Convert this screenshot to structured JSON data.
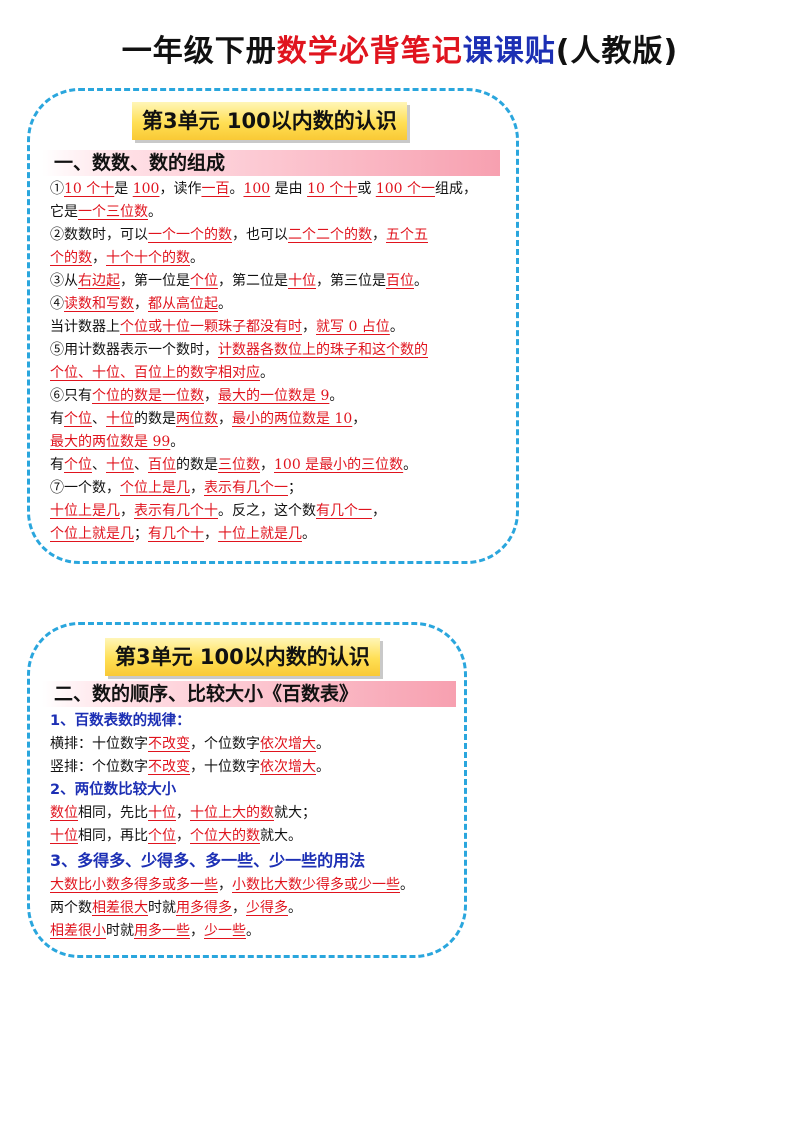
{
  "title": {
    "part1": "一年级下册",
    "part2": "数学必背笔记",
    "part3": "课课贴",
    "part4": "(人教版)"
  },
  "card1": {
    "unit_title": "第3单元  100以内数的认识",
    "section_title": "一、数数、数的组成",
    "lines": [
      [
        [
          "①",
          0
        ],
        [
          "10 个十",
          1
        ],
        [
          "是 ",
          0
        ],
        [
          "100",
          1
        ],
        [
          "，读作",
          0
        ],
        [
          "一百",
          1
        ],
        [
          "。",
          0
        ],
        [
          "100",
          1
        ],
        [
          " 是由 ",
          0
        ],
        [
          "10 个十",
          1
        ],
        [
          "或 ",
          0
        ],
        [
          "100 个一",
          1
        ],
        [
          "组成，",
          0
        ]
      ],
      [
        [
          "它是",
          0
        ],
        [
          "一个三位数",
          1
        ],
        [
          "。",
          0
        ]
      ],
      [
        [
          "②数数时，可以",
          0
        ],
        [
          "一个一个的数",
          1
        ],
        [
          "，也可以",
          0
        ],
        [
          "二个二个的数",
          1
        ],
        [
          "，",
          0
        ],
        [
          "五个五",
          1
        ]
      ],
      [
        [
          "个的数",
          1
        ],
        [
          "，",
          0
        ],
        [
          "十个十个的数",
          1
        ],
        [
          "。",
          0
        ]
      ],
      [
        [
          "③从",
          0
        ],
        [
          "右边起",
          1
        ],
        [
          "，第一位是",
          0
        ],
        [
          "个位",
          1
        ],
        [
          "，第二位是",
          0
        ],
        [
          "十位",
          1
        ],
        [
          "，第三位是",
          0
        ],
        [
          "百位",
          1
        ],
        [
          "。",
          0
        ]
      ],
      [
        [
          "④",
          0
        ],
        [
          "读数和写数",
          1
        ],
        [
          "，",
          0
        ],
        [
          "都从高位起",
          1
        ],
        [
          "。",
          0
        ]
      ],
      [
        [
          "当计数器上",
          0
        ],
        [
          "个位或十位一颗珠子都没有时",
          1
        ],
        [
          "，",
          0
        ],
        [
          "就写 0 占位",
          1
        ],
        [
          "。",
          0
        ]
      ],
      [
        [
          "⑤用计数器表示一个数时，",
          0
        ],
        [
          "计数器各数位上的珠子和这个数的",
          1
        ]
      ],
      [
        [
          "个位、十位、百位上的数字相对应",
          1
        ],
        [
          "。",
          0
        ]
      ],
      [
        [
          "⑥只有",
          0
        ],
        [
          "个位的数是一位数",
          1
        ],
        [
          "，",
          0
        ],
        [
          "最大的一位数是 9",
          1
        ],
        [
          "。",
          0
        ]
      ],
      [
        [
          "有",
          0
        ],
        [
          "个位",
          1
        ],
        [
          "、",
          0
        ],
        [
          "十位",
          1
        ],
        [
          "的数是",
          0
        ],
        [
          "两位数",
          1
        ],
        [
          "，",
          0
        ],
        [
          "最小的两位数是 10",
          1
        ],
        [
          "，",
          0
        ]
      ],
      [
        [
          "最大的两位数是 99",
          1
        ],
        [
          "。",
          0
        ]
      ],
      [
        [
          "有",
          0
        ],
        [
          "个位",
          1
        ],
        [
          "、",
          0
        ],
        [
          "十位",
          1
        ],
        [
          "、",
          0
        ],
        [
          "百位",
          1
        ],
        [
          "的数是",
          0
        ],
        [
          "三位数",
          1
        ],
        [
          "，",
          0
        ],
        [
          "100 是最小的三位数",
          1
        ],
        [
          "。",
          0
        ]
      ],
      [
        [
          "⑦一个数，",
          0
        ],
        [
          "个位上是几",
          1
        ],
        [
          "，",
          0
        ],
        [
          "表示有几个一",
          1
        ],
        [
          "；",
          0
        ]
      ],
      [
        [
          "十位上是几",
          1
        ],
        [
          "，",
          0
        ],
        [
          "表示有几个十",
          1
        ],
        [
          "。反之，这个数",
          0
        ],
        [
          "有几个一",
          1
        ],
        [
          "，",
          0
        ]
      ],
      [
        [
          "个位上就是几",
          1
        ],
        [
          "；",
          0
        ],
        [
          "有几个十",
          1
        ],
        [
          "，",
          0
        ],
        [
          "十位上就是几",
          1
        ],
        [
          "。",
          0
        ]
      ]
    ]
  },
  "card2": {
    "unit_title": "第3单元  100以内数的认识",
    "section_title": "二、数的顺序、比较大小《百数表》",
    "lines": [
      {
        "style": "blue",
        "segs": [
          [
            "1、百数表数的规律：",
            0
          ]
        ]
      },
      {
        "style": "",
        "segs": [
          [
            "横排：十位数字",
            0
          ],
          [
            "不改变",
            1
          ],
          [
            "，个位数字",
            0
          ],
          [
            "依次增大",
            1
          ],
          [
            "。",
            0
          ]
        ]
      },
      {
        "style": "",
        "segs": [
          [
            "竖排：个位数字",
            0
          ],
          [
            "不改变",
            1
          ],
          [
            "，十位数字",
            0
          ],
          [
            "依次增大",
            1
          ],
          [
            "。",
            0
          ]
        ]
      },
      {
        "style": "blue",
        "segs": [
          [
            "2、两位数比较大小",
            0
          ]
        ]
      },
      {
        "style": "",
        "segs": [
          [
            "数位",
            1
          ],
          [
            "相同，先比",
            0
          ],
          [
            "十位",
            1
          ],
          [
            "，",
            0
          ],
          [
            "十位上大的数",
            1
          ],
          [
            "就大；",
            0
          ]
        ]
      },
      {
        "style": "",
        "segs": [
          [
            "十位",
            1
          ],
          [
            "相同，再比",
            0
          ],
          [
            "个位",
            1
          ],
          [
            "，",
            0
          ],
          [
            "个位大的数",
            1
          ],
          [
            "就大。",
            0
          ]
        ]
      },
      {
        "style": "blue big",
        "segs": [
          [
            "3、多得多、少得多、多一些、少一些的用法",
            0
          ]
        ]
      },
      {
        "style": "",
        "segs": [
          [
            "大数比小数多得多或多一些",
            1
          ],
          [
            "，",
            0
          ],
          [
            "小数比大数少得多或少一些",
            1
          ],
          [
            "。",
            0
          ]
        ]
      },
      {
        "style": "",
        "segs": [
          [
            "两个数",
            0
          ],
          [
            "相差很大",
            1
          ],
          [
            "时就",
            0
          ],
          [
            "用多得多",
            1
          ],
          [
            "，",
            0
          ],
          [
            "少得多",
            1
          ],
          [
            "。",
            0
          ]
        ]
      },
      {
        "style": "",
        "segs": [
          [
            "相差很小",
            1
          ],
          [
            "时就",
            0
          ],
          [
            "用多一些",
            1
          ],
          [
            "，",
            0
          ],
          [
            "少一些",
            1
          ],
          [
            "。",
            0
          ]
        ]
      }
    ]
  }
}
